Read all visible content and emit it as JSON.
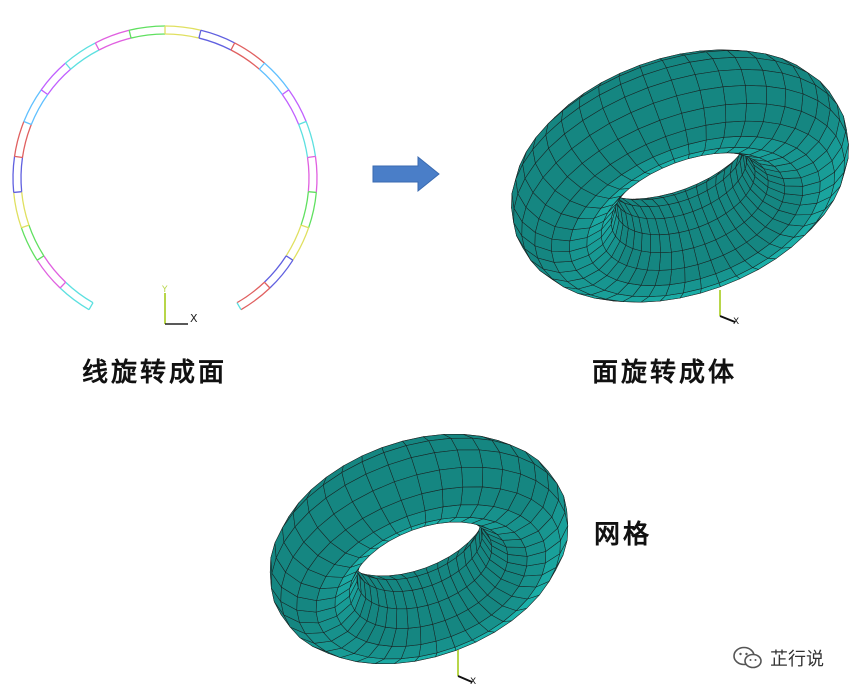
{
  "captions": {
    "line_to_surface": "线旋转成面",
    "surface_to_solid": "面旋转成体",
    "mesh": "网格"
  },
  "axis_labels": {
    "x": "X",
    "y": "Y"
  },
  "watermark": {
    "text": "芷行说",
    "icon": "wechat-icon"
  },
  "icons": {
    "arrow": "right-arrow-icon"
  },
  "colors": {
    "torus_fill": "#22d8d0",
    "torus_shade": "#18b9b2",
    "torus_dark": "#0f8f8a",
    "mesh_line": "#1a1a1a",
    "arrow": "#4a7ec8",
    "axis_x": "#222222",
    "axis_y": "#b8d64a",
    "segment_palette": [
      "#5ce0e0",
      "#e060e0",
      "#60e060",
      "#e0e060",
      "#6060e0",
      "#e06060",
      "#60c0ff",
      "#c060ff"
    ]
  }
}
